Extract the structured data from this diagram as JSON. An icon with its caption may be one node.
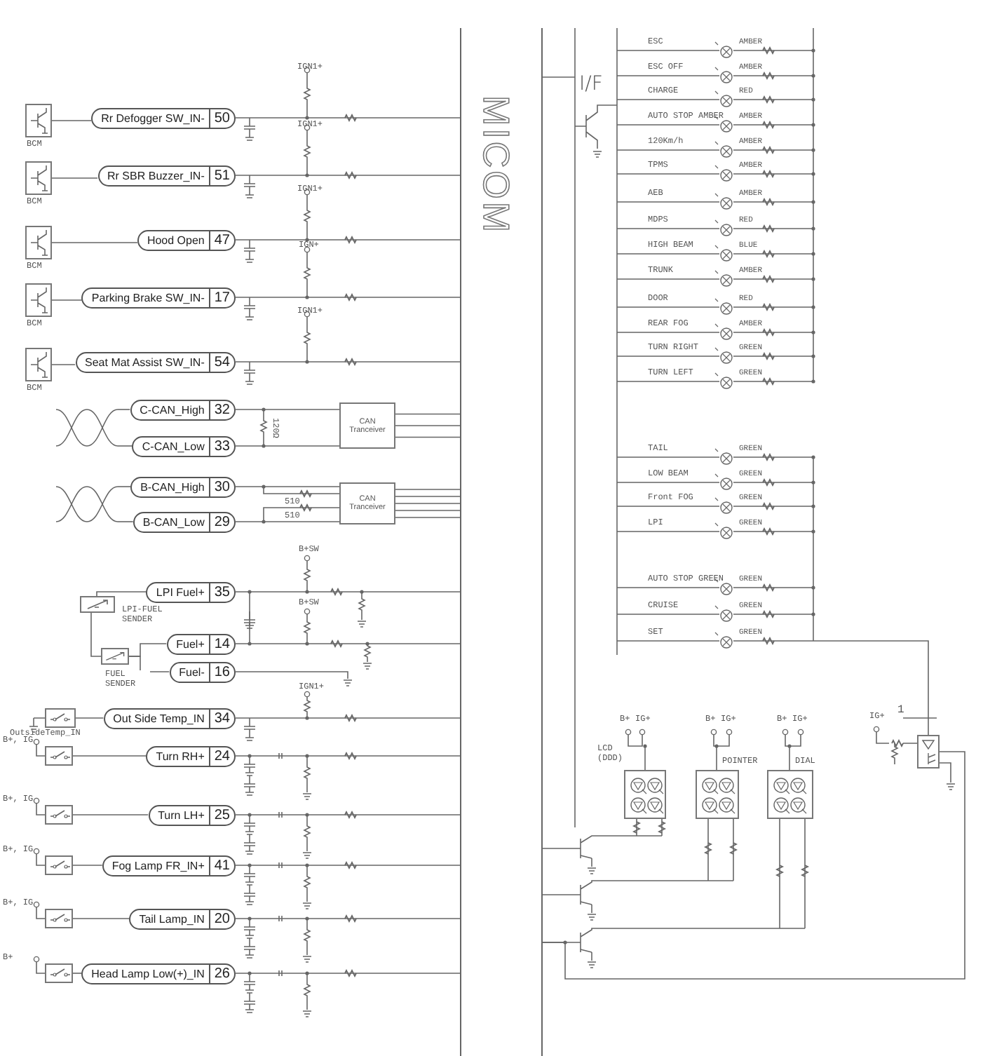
{
  "diagram": {
    "nodes": [
      {
        "text": [
          "MICOM"
        ]
      },
      {
        "text": [
          "BCM"
        ]
      },
      {
        "text": [
          "Rr Defogger SW_IN-",
          "50"
        ]
      },
      {
        "text": [
          "BCM"
        ]
      },
      {
        "text": [
          "Rr SBR Buzzer_IN-",
          "51"
        ]
      },
      {
        "text": [
          "BCM"
        ]
      },
      {
        "text": [
          "Hood Open",
          "47"
        ]
      },
      {
        "text": [
          "BCM"
        ]
      },
      {
        "text": [
          "Parking Brake SW_IN-",
          "17"
        ]
      },
      {
        "text": [
          "BCM"
        ]
      },
      {
        "text": [
          "Seat Mat Assist SW_IN-",
          "54"
        ]
      },
      {
        "text": [
          "C-CAN_High",
          "32"
        ]
      },
      {
        "text": [
          "C-CAN_Low",
          "33"
        ]
      },
      {
        "text": [
          "CAN Tranceiver"
        ]
      },
      {
        "text": [
          "B-CAN_High",
          "30"
        ]
      },
      {
        "text": [
          "B-CAN_Low",
          "29"
        ]
      },
      {
        "text": [
          "CAN Tranceiver"
        ],
        "beside": [
          "510",
          "510"
        ]
      },
      {
        "text": [
          "LPI-FUEL SENDER"
        ]
      },
      {
        "text": [
          "LPI Fuel+",
          "35"
        ]
      },
      {
        "text": [
          "FUEL SENDER"
        ]
      },
      {
        "text": [
          "Fuel+",
          "14"
        ]
      },
      {
        "text": [
          "Fuel-",
          "16"
        ]
      },
      {
        "text": [],
        "shape": "box",
        "beside": [
          "OutsideTemp_IN"
        ]
      },
      {
        "text": [
          "Out Side Temp_IN",
          "34"
        ]
      },
      {
        "text": [],
        "shape": "box",
        "beside": [
          "B+, IG"
        ]
      },
      {
        "text": [
          "Turn RH+",
          "24"
        ]
      },
      {
        "text": [],
        "shape": "box",
        "beside": [
          "B+, IG"
        ]
      },
      {
        "text": [
          "Turn LH+",
          "25"
        ]
      },
      {
        "text": [],
        "shape": "box",
        "beside": [
          "B+, IG"
        ]
      },
      {
        "text": [
          "Fog Lamp FR_IN+",
          "41"
        ]
      },
      {
        "text": [],
        "shape": "box",
        "beside": [
          "B+, IG"
        ]
      },
      {
        "text": [
          "Tail Lamp_IN",
          "20"
        ]
      },
      {
        "text": [],
        "shape": "box",
        "beside": [
          "B+"
        ]
      },
      {
        "text": [
          "Head Lamp Low(+)_IN",
          "26"
        ]
      },
      {
        "text": [
          "LCD",
          "(DDD)"
        ]
      },
      {
        "text": [
          "POINTER"
        ]
      },
      {
        "text": [
          "DIAL"
        ]
      },
      {
        "text": [],
        "shape": "cable"
      },
      {
        "text": [],
        "shape": "cable"
      },
      {
        "text": [],
        "shape": "box"
      }
    ],
    "edges": [
      {
        "from": 1,
        "to": 2,
        "arrow": "none"
      },
      {
        "from": 2,
        "to": 0,
        "arrow": "none"
      },
      {
        "from": 3,
        "to": 4,
        "arrow": "none"
      },
      {
        "from": 4,
        "to": 0,
        "arrow": "none"
      },
      {
        "from": 5,
        "to": 6,
        "arrow": "none"
      },
      {
        "from": 6,
        "to": 0,
        "arrow": "none"
      },
      {
        "from": 7,
        "to": 8,
        "arrow": "none"
      },
      {
        "from": 8,
        "to": 0,
        "arrow": "none"
      },
      {
        "from": 9,
        "to": 10,
        "arrow": "none"
      },
      {
        "from": 10,
        "to": 0,
        "arrow": "none"
      },
      {
        "from": 37,
        "to": 11,
        "arrow": "none"
      },
      {
        "from": 37,
        "to": 12,
        "arrow": "none"
      },
      {
        "from": 11,
        "to": 13,
        "arrow": "none"
      },
      {
        "from": 12,
        "to": 13,
        "arrow": "none"
      },
      {
        "from": 13,
        "to": 0,
        "arrow": "none"
      },
      {
        "from": 13,
        "to": 0,
        "arrow": "none"
      },
      {
        "from": 13,
        "to": 0,
        "arrow": "none"
      },
      {
        "from": 38,
        "to": 14,
        "arrow": "none"
      },
      {
        "from": 38,
        "to": 15,
        "arrow": "none"
      },
      {
        "from": 14,
        "to": 16,
        "arrow": "none"
      },
      {
        "from": 15,
        "to": 16,
        "arrow": "none"
      },
      {
        "from": 16,
        "to": 0,
        "arrow": "none"
      },
      {
        "from": 16,
        "to": 0,
        "arrow": "none"
      },
      {
        "from": 16,
        "to": 0,
        "arrow": "none"
      },
      {
        "from": 16,
        "to": 0,
        "arrow": "none"
      },
      {
        "from": 16,
        "to": 0,
        "arrow": "none"
      },
      {
        "from": 17,
        "to": 18,
        "arrow": "none"
      },
      {
        "from": 18,
        "to": 0,
        "arrow": "none"
      },
      {
        "from": 17,
        "to": 19,
        "arrow": "none"
      },
      {
        "from": 19,
        "to": 20,
        "arrow": "none"
      },
      {
        "from": 19,
        "to": 21,
        "arrow": "none"
      },
      {
        "from": 20,
        "to": 0,
        "arrow": "none"
      },
      {
        "from": 21,
        "to": null,
        "arrow": "none"
      },
      {
        "from": 22,
        "to": 23,
        "arrow": "none"
      },
      {
        "from": 23,
        "to": 0,
        "arrow": "none"
      },
      {
        "from": 24,
        "to": 25,
        "arrow": "none"
      },
      {
        "from": 25,
        "to": 0,
        "arrow": "none"
      },
      {
        "from": 26,
        "to": 27,
        "arrow": "none"
      },
      {
        "from": 27,
        "to": 0,
        "arrow": "none"
      },
      {
        "from": 28,
        "to": 29,
        "arrow": "none"
      },
      {
        "from": 29,
        "to": 0,
        "arrow": "none"
      },
      {
        "from": 30,
        "to": 31,
        "arrow": "none"
      },
      {
        "from": 31,
        "to": 0,
        "arrow": "none"
      },
      {
        "from": 32,
        "to": 33,
        "arrow": "none"
      },
      {
        "from": 33,
        "to": 0,
        "arrow": "none"
      },
      {
        "from": 0,
        "to": 34,
        "arrow": "none"
      },
      {
        "from": 0,
        "to": 35,
        "arrow": "none"
      },
      {
        "from": 0,
        "to": 36,
        "arrow": "none"
      },
      {
        "from": 0,
        "to": 39,
        "arrow": "none"
      },
      {
        "from": null,
        "to": 39,
        "arrow": "none"
      }
    ],
    "labels": [
      "IGN1+",
      "IGN1+",
      "IGN1+",
      "IGN+",
      "IGN1+",
      "120Ω",
      "B+SW",
      "B+SW",
      "IGN1+",
      "I/F",
      "ESC",
      "AMBER",
      "ESC OFF",
      "AMBER",
      "CHARGE",
      "RED",
      "AUTO STOP AMBER",
      "AMBER",
      "120Km/h",
      "AMBER",
      "TPMS",
      "AMBER",
      "AEB",
      "AMBER",
      "MDPS",
      "RED",
      "HIGH BEAM",
      "BLUE",
      "TRUNK",
      "AMBER",
      "DOOR",
      "RED",
      "REAR FOG",
      "AMBER",
      "TURN RIGHT",
      "GREEN",
      "TURN LEFT",
      "GREEN",
      "TAIL",
      "GREEN",
      "LOW BEAM",
      "GREEN",
      "Front FOG",
      "GREEN",
      "LPI",
      "GREEN",
      "AUTO STOP GREEN",
      "GREEN",
      "CRUISE",
      "GREEN",
      "SET",
      "GREEN",
      "B+",
      "IG+",
      "B+",
      "IG+",
      "B+",
      "IG+",
      "IG+",
      "1"
    ]
  }
}
